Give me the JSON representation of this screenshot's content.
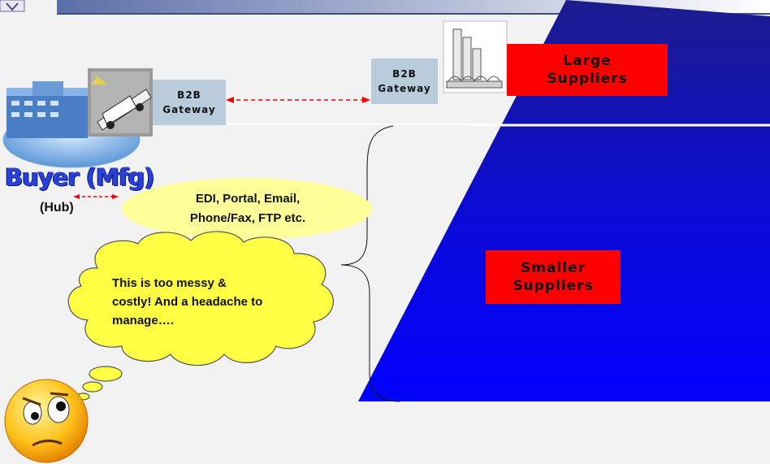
{
  "buyer": {
    "title": "Buyer (Mfg)",
    "subtitle": "(Hub)"
  },
  "gateways": {
    "left_line1": "B2B",
    "left_line2": "Gateway",
    "right_line1": "B2B",
    "right_line2": "Gateway"
  },
  "suppliers": {
    "large_line1": "Large",
    "large_line2": "Suppliers",
    "small_line1": "Smaller",
    "small_line2": "Suppliers"
  },
  "channels": {
    "line1": "EDI, Portal, Email,",
    "line2": "Phone/Fax, FTP etc."
  },
  "thought": {
    "line1": "This is too messy &",
    "line2": "costly! And a headache to",
    "line3": "manage…."
  },
  "colors": {
    "pyramid_top": "#1c1c8e",
    "pyramid_bottom": "#0000ff",
    "supplier_box": "#ff0000",
    "gateway_box": "#b8ccdc",
    "cloud": "#ffff44",
    "ellipse": "#ffff99",
    "buyer_text": "#2a40d8",
    "arrow": "#ff0000"
  },
  "icons": [
    "buyer-building-icon",
    "truck-icon",
    "supplier-building-icon",
    "worried-face-icon",
    "thought-cloud-icon"
  ]
}
